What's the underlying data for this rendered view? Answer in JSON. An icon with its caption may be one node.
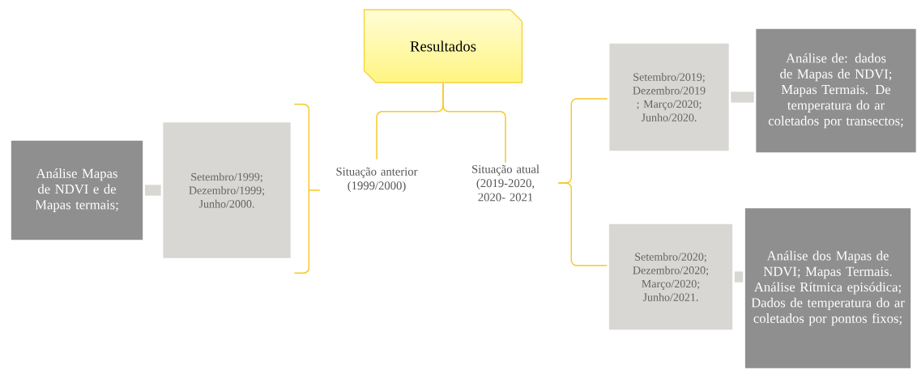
{
  "diagram": {
    "nodes": [
      {
        "text": [
          "Resultados"
        ]
      },
      {
        "text": [
          "Situação anterior (1999/2000)"
        ]
      },
      {
        "text": [
          "Situação atual (2019-2020, 2020- 2021"
        ]
      },
      {
        "text": [
          "Análise Mapas de NDVI e de Mapas termais;"
        ]
      },
      {
        "text": [
          "Setembro/1999; Dezembro/1999; Junho/2000."
        ]
      },
      {
        "text": [
          "Setembro/2019; Dezembro/2019 ; Março/2020; Junho/2020."
        ]
      },
      {
        "text": [
          "Análise de: dados de Mapas de NDVI; Mapas Termais. De temperatura do ar coletados por transectos;"
        ]
      },
      {
        "text": [
          "Setembro/2020; Dezembro/2020; Março/2020; Junho/2021."
        ]
      },
      {
        "text": [
          "Análise dos Mapas de NDVI; Mapas Termais. Análise Rítmica episódica; Dados de temperatura do ar coletados por pontos fixos;"
        ]
      }
    ],
    "edges": [
      {
        "from": 0,
        "to": 1,
        "arrow": "none"
      },
      {
        "from": 0,
        "to": 2,
        "arrow": "none"
      },
      {
        "from": 1,
        "to": 4,
        "arrow": "none"
      },
      {
        "from": 2,
        "to": 5,
        "arrow": "none"
      },
      {
        "from": 2,
        "to": 7,
        "arrow": "none"
      },
      {
        "from": 3,
        "to": 4,
        "arrow": "none",
        "style": "thick",
        "color": "#d8d7d3"
      },
      {
        "from": 5,
        "to": 6,
        "arrow": "none",
        "style": "thick",
        "color": "#d8d7d3"
      },
      {
        "from": 7,
        "to": 8,
        "arrow": "none",
        "style": "thick",
        "color": "#d8d7d3"
      }
    ]
  }
}
